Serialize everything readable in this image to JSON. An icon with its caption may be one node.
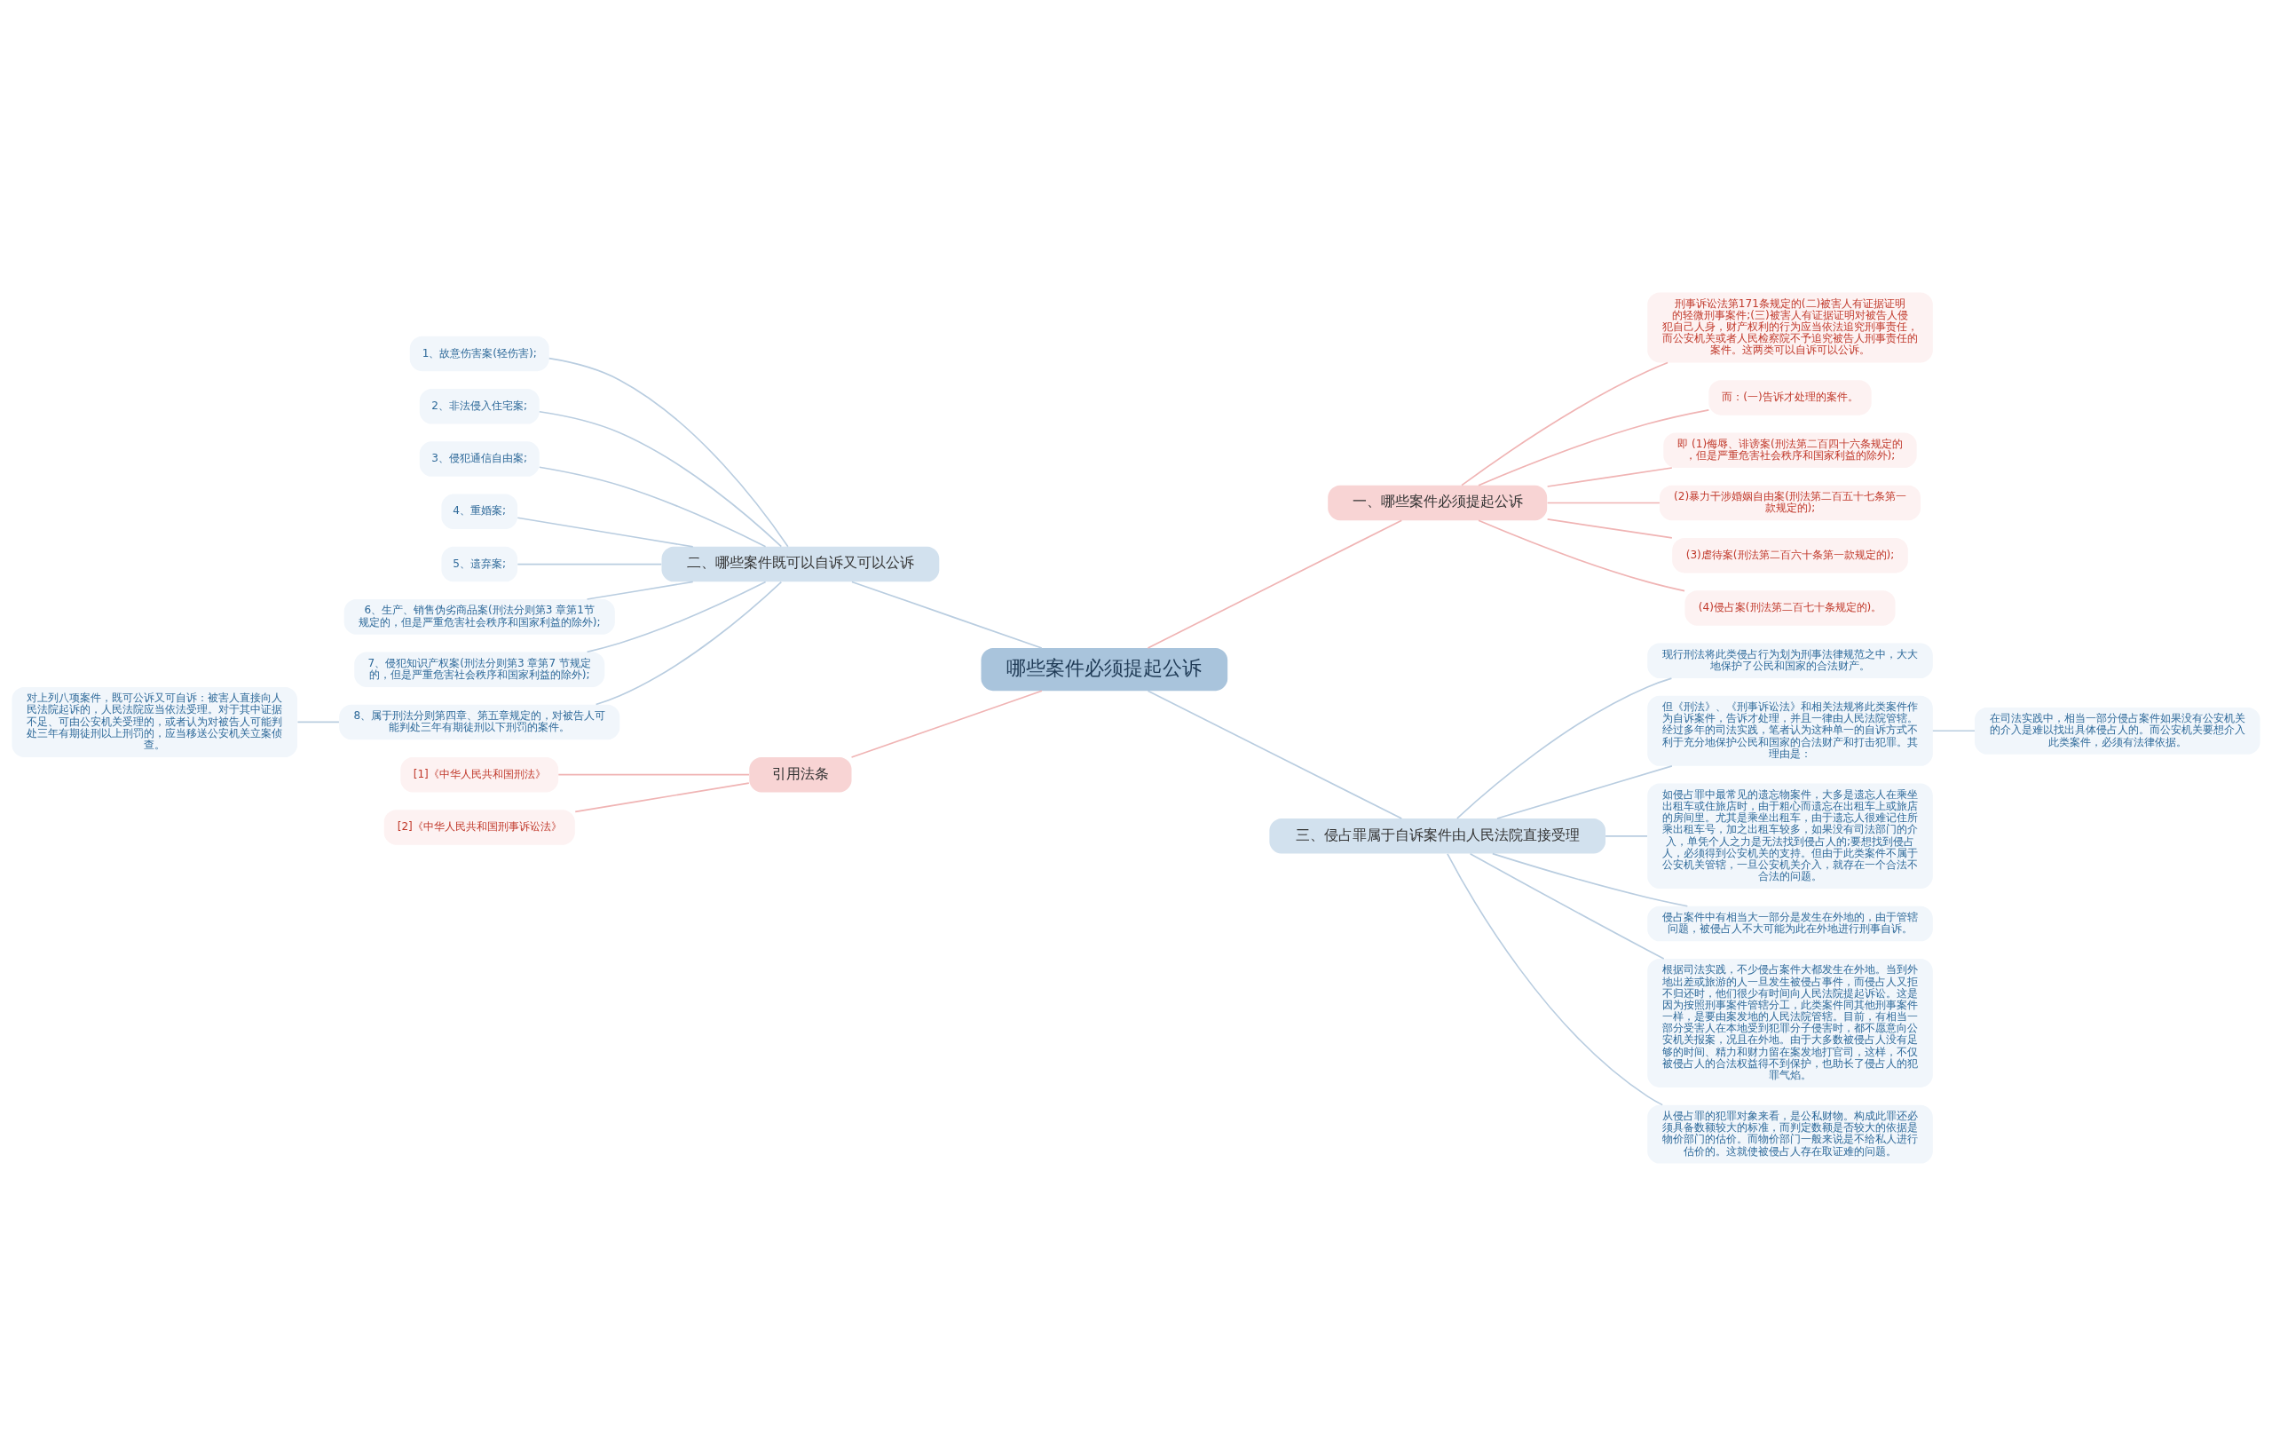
{
  "diagram": {
    "nodes": [
      {
        "text": [
          "哪些案件必须提起公诉"
        ]
      },
      {
        "text": [
          "一、哪些案件必须提起公诉"
        ]
      },
      {
        "text": [
          "刑事诉讼法第171条规定的(二)被害人有证据证明的轻微刑事案件;(三)被害人有证据证明对被告人侵犯自己人身，财产权利的行为应当依法追究刑事责任，而公安机关或者人民检察院不予追究被告人刑事责任的案件。这两类可以自诉可以公诉。"
        ]
      },
      {
        "text": [
          "而：(一)告诉才处理的案件。"
        ]
      },
      {
        "text": [
          "即 (1)侮辱、诽谤案(刑法第二百四十六条规定的，但是严重危害社会秩序和国家利益的除外);"
        ]
      },
      {
        "text": [
          "(2)暴力干涉婚姻自由案(刑法第二百五十七条第一款规定的);"
        ]
      },
      {
        "text": [
          "(3)虐待案(刑法第二百六十条第一款规定的);"
        ]
      },
      {
        "text": [
          "(4)侵占案(刑法第二百七十条规定的)。"
        ]
      },
      {
        "text": [
          "二、哪些案件既可以自诉又可以公诉"
        ]
      },
      {
        "text": [
          "1、故意伤害案(轻伤害);"
        ]
      },
      {
        "text": [
          "2、非法侵入住宅案;"
        ]
      },
      {
        "text": [
          "3、侵犯通信自由案;"
        ]
      },
      {
        "text": [
          "4、重婚案;"
        ]
      },
      {
        "text": [
          "5、遗弃案;"
        ]
      },
      {
        "text": [
          "6、生产、销售伪劣商品案(刑法分则第3 章第1节规定的，但是严重危害社会秩序和国家利益的除外);"
        ]
      },
      {
        "text": [
          "7、侵犯知识产权案(刑法分则第3 章第7 节规定的，但是严重危害社会秩序和国家利益的除外);"
        ]
      },
      {
        "text": [
          "8、属于刑法分则第四章、第五章规定的，对被告人可能判处三年有期徒刑以下刑罚的案件。"
        ]
      },
      {
        "text": [
          "对上列八项案件，既可公诉又可自诉：被害人直接向人民法院起诉的，人民法院应当依法受理。对于其中证据不足、可由公安机关受理的，或者认为对被告人可能判处三年有期徒刑以上刑罚的，应当移送公安机关立案侦查。"
        ]
      },
      {
        "text": [
          "引用法条"
        ]
      },
      {
        "text": [
          "[1]《中华人民共和国刑法》"
        ]
      },
      {
        "text": [
          "[2]《中华人民共和国刑事诉讼法》"
        ]
      },
      {
        "text": [
          "三、侵占罪属于自诉案件由人民法院直接受理"
        ]
      },
      {
        "text": [
          "现行刑法将此类侵占行为划为刑事法律规范之中，大大地保护了公民和国家的合法财产。"
        ]
      },
      {
        "text": [
          "但《刑法》、《刑事诉讼法》和相关法规将此类案件作为自诉案件，告诉才处理，并且一律由人民法院管辖。经过多年的司法实践，笔者认为这种单一的自诉方式不利于充分地保护公民和国家的合法财产和打击犯罪。其理由是："
        ]
      },
      {
        "text": [
          "在司法实践中，相当一部分侵占案件如果没有公安机关的介入是难以找出具体侵占人的。而公安机关要想介入此类案件，必须有法律依据。"
        ]
      },
      {
        "text": [
          "如侵占罪中最常见的遗忘物案件，大多是遗忘人在乘坐出租车或住旅店时，由于粗心而遗忘在出租车上或旅店的房间里。尤其是乘坐出租车，由于遗忘人很难记住所乘出租车号，加之出租车较多，如果没有司法部门的介入，单凭个人之力是无法找到侵占人的;要想找到侵占人，必须得到公安机关的支持。但由于此类案件不属于公安机关管辖，一旦公安机关介入，就存在一个合法不合法的问题。"
        ]
      },
      {
        "text": [
          "侵占案件中有相当大一部分是发生在外地的，由于管辖问题，被侵占人不大可能为此在外地进行刑事自诉。"
        ]
      },
      {
        "text": [
          "根据司法实践，不少侵占案件大都发生在外地。当到外地出差或旅游的人一旦发生被侵占事件，而侵占人又拒不归还时，他们很少有时间向人民法院提起诉讼。这是因为按照刑事案件管辖分工，此类案件同其他刑事案件一样，是要由案发地的人民法院管辖。目前，有相当一部分受害人在本地受到犯罪分子侵害时，都不愿意向公安机关报案，况且在外地。由于大多数被侵占人没有足够的时间、精力和财力留在案发地打官司，这样，不仅被侵占人的合法权益得不到保护，也助长了侵占人的犯罪气焰。"
        ]
      },
      {
        "text": [
          "从侵占罪的犯罪对象来看，是公私财物。构成此罪还必须具备数额较大的标准，而判定数额是否较大的依据是物价部门的估价。而物价部门一般来说是不给私人进行估价的。这就使被侵占人存在取证难的问题。"
        ]
      }
    ],
    "edges": [
      {
        "from": 0,
        "to": 1,
        "arrow": "none",
        "color": "#f0b4b4"
      },
      {
        "from": 1,
        "to": 2,
        "arrow": "none",
        "color": "#f0b4b4"
      },
      {
        "from": 1,
        "to": 3,
        "arrow": "none",
        "color": "#f0b4b4"
      },
      {
        "from": 1,
        "to": 4,
        "arrow": "none",
        "color": "#f0b4b4"
      },
      {
        "from": 1,
        "to": 5,
        "arrow": "none",
        "color": "#f0b4b4"
      },
      {
        "from": 1,
        "to": 6,
        "arrow": "none",
        "color": "#f0b4b4"
      },
      {
        "from": 1,
        "to": 7,
        "arrow": "none",
        "color": "#f0b4b4"
      },
      {
        "from": 0,
        "to": 8,
        "arrow": "none"
      },
      {
        "from": 8,
        "to": 9,
        "arrow": "none"
      },
      {
        "from": 8,
        "to": 10,
        "arrow": "none"
      },
      {
        "from": 8,
        "to": 11,
        "arrow": "none"
      },
      {
        "from": 8,
        "to": 12,
        "arrow": "none"
      },
      {
        "from": 8,
        "to": 13,
        "arrow": "none"
      },
      {
        "from": 8,
        "to": 14,
        "arrow": "none"
      },
      {
        "from": 8,
        "to": 15,
        "arrow": "none"
      },
      {
        "from": 8,
        "to": 16,
        "arrow": "none"
      },
      {
        "from": 16,
        "to": 17,
        "arrow": "none"
      },
      {
        "from": 0,
        "to": 18,
        "arrow": "none",
        "color": "#f0b4b4"
      },
      {
        "from": 18,
        "to": 19,
        "arrow": "none",
        "color": "#f0b4b4"
      },
      {
        "from": 18,
        "to": 20,
        "arrow": "none",
        "color": "#f0b4b4"
      },
      {
        "from": 0,
        "to": 21,
        "arrow": "none"
      },
      {
        "from": 21,
        "to": 22,
        "arrow": "none"
      },
      {
        "from": 21,
        "to": 23,
        "arrow": "none"
      },
      {
        "from": 23,
        "to": 24,
        "arrow": "none"
      },
      {
        "from": 21,
        "to": 25,
        "arrow": "none"
      },
      {
        "from": 21,
        "to": 26,
        "arrow": "none"
      },
      {
        "from": 21,
        "to": 27,
        "arrow": "none"
      },
      {
        "from": 21,
        "to": 28,
        "arrow": "none"
      }
    ]
  }
}
